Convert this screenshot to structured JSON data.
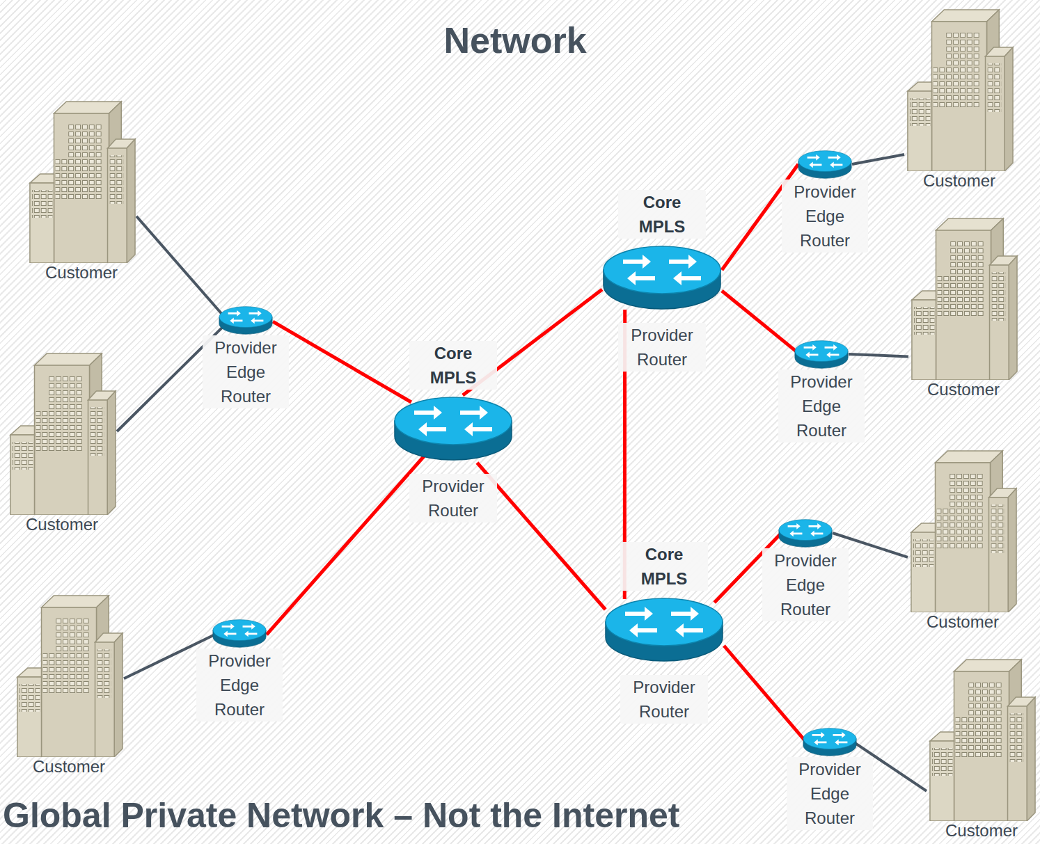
{
  "diagram": {
    "title": "Network",
    "caption": "Global Private Network – Not the Internet",
    "nodes": [
      {
        "text": [
          "Customer"
        ]
      },
      {
        "text": [
          "Customer"
        ]
      },
      {
        "text": [
          "Customer"
        ]
      },
      {
        "text": [
          "Provider Edge Router"
        ]
      },
      {
        "text": [
          "Provider Edge Router"
        ]
      },
      {
        "text": [
          "Core MPLS",
          "Provider Router"
        ]
      },
      {
        "text": [
          "Core MPLS",
          "Provider Router"
        ]
      },
      {
        "text": [
          "Core MPLS",
          "Provider Router"
        ]
      },
      {
        "text": [
          "Provider Edge Router"
        ]
      },
      {
        "text": [
          "Provider Edge Router"
        ]
      },
      {
        "text": [
          "Provider Edge Router"
        ]
      },
      {
        "text": [
          "Provider Edge Router"
        ]
      },
      {
        "text": [
          "Customer"
        ]
      },
      {
        "text": [
          "Customer"
        ]
      },
      {
        "text": [
          "Customer"
        ]
      },
      {
        "text": [
          "Customer"
        ]
      }
    ],
    "edges": [
      {
        "from": 0,
        "to": 3,
        "arrow": "none"
      },
      {
        "from": 1,
        "to": 3,
        "arrow": "none"
      },
      {
        "from": 3,
        "to": 5,
        "arrow": "none"
      },
      {
        "from": 2,
        "to": 4,
        "arrow": "none"
      },
      {
        "from": 4,
        "to": 5,
        "arrow": "none"
      },
      {
        "from": 5,
        "to": 6,
        "arrow": "none"
      },
      {
        "from": 5,
        "to": 7,
        "arrow": "none"
      },
      {
        "from": 6,
        "to": 7,
        "arrow": "none"
      },
      {
        "from": 6,
        "to": 8,
        "arrow": "none"
      },
      {
        "from": 6,
        "to": 9,
        "arrow": "none"
      },
      {
        "from": 7,
        "to": 10,
        "arrow": "none"
      },
      {
        "from": 7,
        "to": 11,
        "arrow": "none"
      },
      {
        "from": 8,
        "to": 12,
        "arrow": "none"
      },
      {
        "from": 9,
        "to": 13,
        "arrow": "none"
      },
      {
        "from": 10,
        "to": 14,
        "arrow": "none"
      },
      {
        "from": 11,
        "to": 15,
        "arrow": "none"
      }
    ]
  }
}
